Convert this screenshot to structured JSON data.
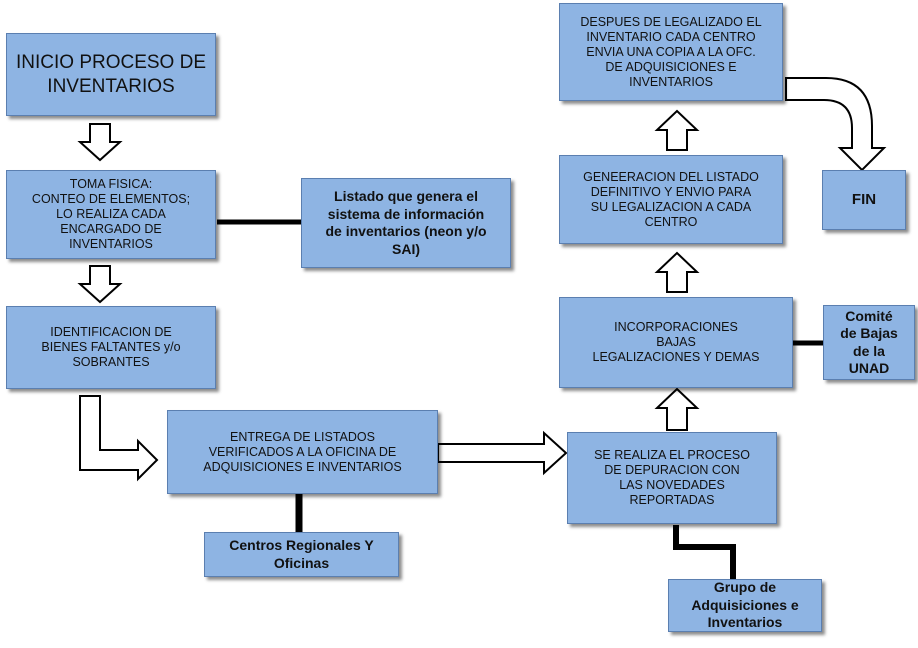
{
  "boxes": {
    "inicio": "INICIO PROCESO DE\nINVENTARIOS",
    "toma_fisica": "TOMA FISICA:\nCONTEO DE ELEMENTOS;\nLO REALIZA  CADA\nENCARGADO DE\nINVENTARIOS",
    "listado_sistema": "Listado que genera el\nsistema de información\nde inventarios (neon y/o\nSAI)",
    "identificacion": "IDENTIFICACION  DE\nBIENES FALTANTES    y/o\nSOBRANTES",
    "entrega": "ENTREGA DE LISTADOS\nVERIFICADOS  A LA OFICINA  DE\nADQUISICIONES  E INVENTARIOS",
    "centros_regionales": "Centros Regionales  Y\nOficinas",
    "depuracion": "SE REALIZA  EL PROCESO\nDE DEPURACION CON\nLAS NOVEDADES\nREPORTADAS",
    "grupo_adquisiciones": "Grupo de\nAdquisiciones e\nInventarios",
    "incorporaciones": "INCORPORACIONES\nBAJAS\nLEGALIZACIONES    Y DEMAS",
    "comite": "Comité\nde Bajas\nde la\nUNAD",
    "generacion": "GENEERACION  DEL LISTADO\nDEFINITIVO  Y ENVIO  PARA\nSU  LEGALIZACION  A CADA\nCENTRO",
    "despues": "DESPUES  DE LEGALIZADO  EL\nINVENTARIO  CADA CENTRO\nENVIA  UNA  COPIA   A LA OFC.\nDE ADQUISICIONES   E\nINVENTARIOS",
    "fin": "FIN"
  },
  "colors": {
    "box_fill": "#8eb4e3",
    "box_border": "#5b7fb0",
    "arrow_fill": "#ffffff",
    "line": "#000000"
  }
}
